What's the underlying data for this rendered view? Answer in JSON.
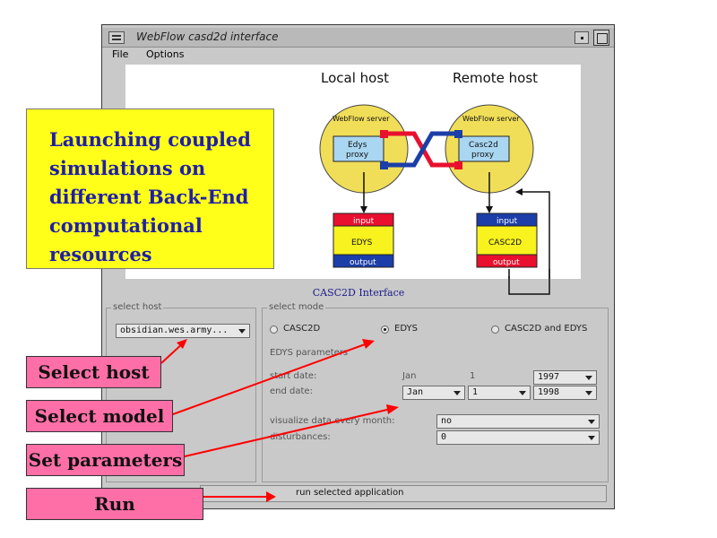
{
  "window": {
    "title": "WebFlow casd2d interface",
    "menu": [
      "File",
      "Options"
    ]
  },
  "diagram": {
    "local_host_title": "Local host",
    "remote_host_title": "Remote host",
    "left_server_label": "WebFlow server",
    "right_server_label": "WebFlow server",
    "left_proxy_label": "Edys\nproxy",
    "right_proxy_label": "Casc2d\nproxy",
    "left_stack": [
      "input",
      "EDYS",
      "output"
    ],
    "right_stack": [
      "input",
      "CASC2D",
      "output"
    ],
    "colors": {
      "server_circle": "#f1de58",
      "proxy_box": "#a9d6f1",
      "red_port": "#e8102e",
      "blue_port": "#1b3ea8",
      "yellow_box": "#f8f21e"
    }
  },
  "interface_caption": "CASC2D Interface",
  "select_host": {
    "frame_label": "select host",
    "value": "obsidian.wes.army..."
  },
  "select_mode": {
    "frame_label": "select mode",
    "options": [
      {
        "label": "CASC2D",
        "selected": false
      },
      {
        "label": "EDYS",
        "selected": true
      },
      {
        "label": "CASC2D and EDYS",
        "selected": false
      }
    ]
  },
  "edys_parameters": {
    "heading": "EDYS parameters",
    "start_label": "start date:",
    "start_month": "Jan",
    "start_day": "1",
    "start_year": "1997",
    "end_label": "end date:",
    "end_month": "Jan",
    "end_day": "1",
    "end_year": "1998",
    "visualize_label": "visualize data every month:",
    "visualize_value": "no",
    "disturbances_label": "disturbances:",
    "disturbances_value": "0"
  },
  "run_button": "run selected application",
  "callout": {
    "text": "Launching coupled\nsimulations on\ndifferent Back-End\ncomputational\nresources",
    "color": "#ffff1a"
  },
  "annotations": {
    "select_host": "Select host",
    "select_model": "Select model",
    "set_parameters": "Set parameters",
    "run": "Run",
    "color": "#ff6fa7",
    "arrow_color": "#ff0000"
  }
}
